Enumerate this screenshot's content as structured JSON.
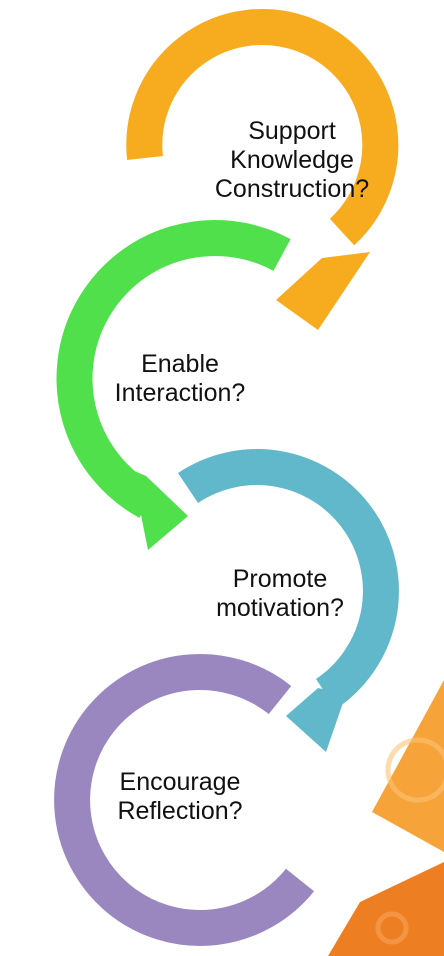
{
  "diagram": {
    "steps": [
      {
        "line1": "Support",
        "line2": "Knowledge",
        "line3": "Construction?",
        "color": "#F7AB1F"
      },
      {
        "line1": "Enable",
        "line2": "Interaction?",
        "color": "#4FE04C"
      },
      {
        "line1": "Promote",
        "line2": "motivation?",
        "color": "#62B8CB"
      },
      {
        "line1": "Encourage",
        "line2": "Reflection?",
        "color": "#9B87BF"
      }
    ],
    "decor_colors": {
      "tile_light": "#F6A43A",
      "tile_dark": "#EE7E22"
    }
  }
}
